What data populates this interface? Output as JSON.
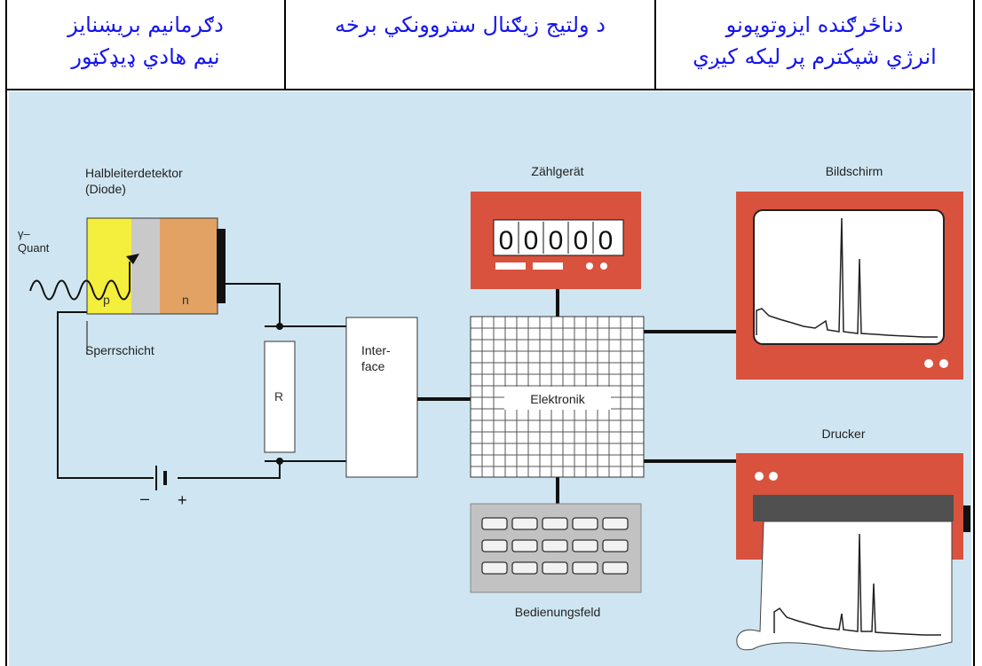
{
  "header": {
    "left": [
      "دګرمانيم بريښنايز",
      "نيم هادي ډيډکټور"
    ],
    "middle": [
      "د ولتيج زيګنال ستروونکي برخه"
    ],
    "right": [
      "دناځرګنده ايزوتوپونو",
      "انرژي شپکترم پر ليکه کيږي"
    ]
  },
  "diagram": {
    "detector_title": [
      "Halbleiterdetektor",
      "(Diode)"
    ],
    "gamma_label": [
      "γ–",
      "Quant"
    ],
    "p_label": "p",
    "n_label": "n",
    "junction_label": "Sperrschicht",
    "resistor_label": "R",
    "battery_minus": "–",
    "battery_plus": "+",
    "interface_label": [
      "Inter-",
      "face"
    ],
    "counter_title": "Zählgerät",
    "counter_digits": [
      "0",
      "0",
      "0",
      "0",
      "0"
    ],
    "electronics_label": "Elektronik",
    "keypad_label": "Bedienungsfeld",
    "screen_title": "Bildschirm",
    "printer_title": "Drucker"
  },
  "colors": {
    "header_text": "#1515ee",
    "background": "#cfe6f2",
    "device_red": "#d8523e",
    "p_region": "#f4ee3c",
    "n_region": "#e2a263",
    "junction": "#c9c9c9"
  }
}
